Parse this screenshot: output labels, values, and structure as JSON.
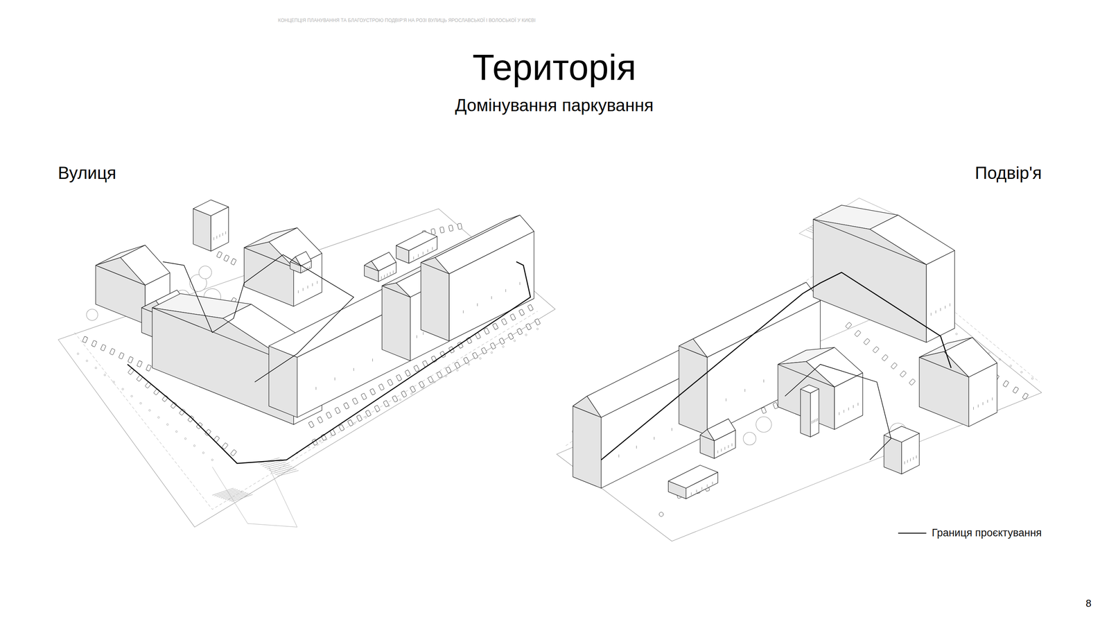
{
  "diagram": {
    "title": "Територія",
    "labels": [
      "КОНЦЕПЦІЯ ПЛАНУВАННЯ ТА БЛАГОУСТРОЮ ПОДВІР'Я НА РОЗІ ВУЛИЦЬ ЯРОСЛАВСЬКОЇ І ВОЛОСЬКОЇ У КИЄВІ",
      "Домінування паркування",
      "Вулиця",
      "Подвір'я",
      "8"
    ],
    "legend": [
      {
        "text": "Границя проєктування"
      }
    ]
  }
}
